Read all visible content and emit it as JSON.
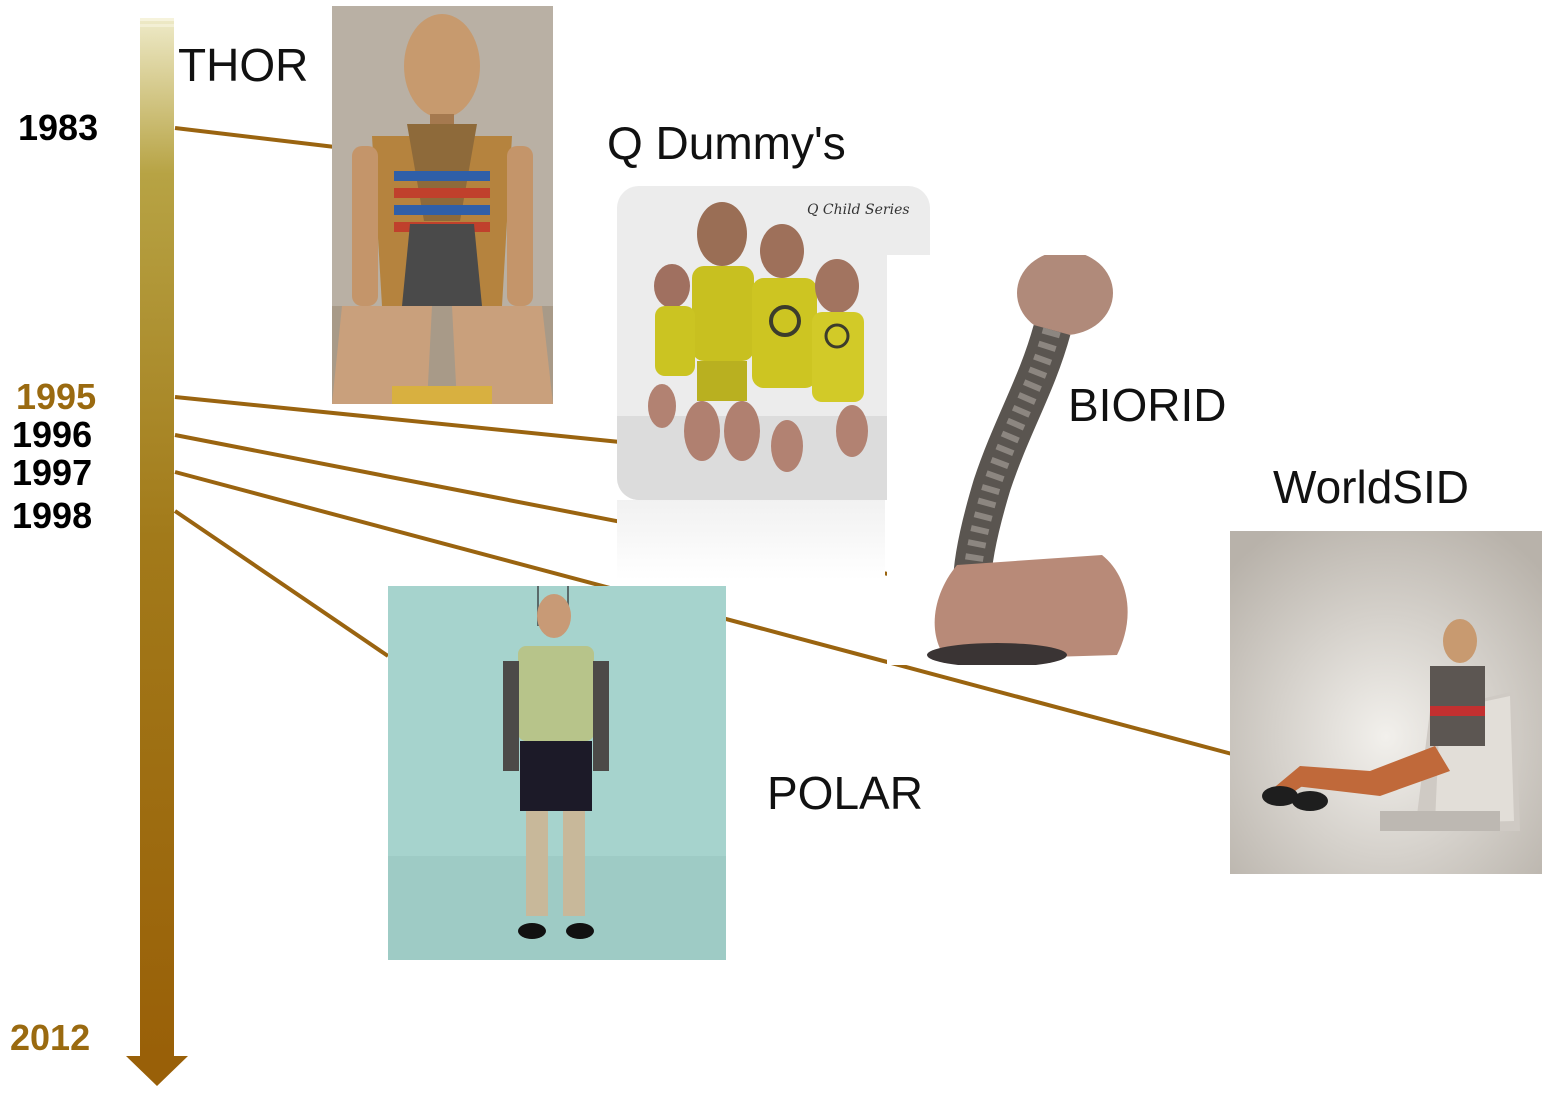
{
  "timeline": {
    "years": [
      {
        "label": "1983",
        "accent": false
      },
      {
        "label": "1995",
        "accent": true
      },
      {
        "label": "1996",
        "accent": false
      },
      {
        "label": "1997",
        "accent": false
      },
      {
        "label": "1998",
        "accent": false
      },
      {
        "label": "2012",
        "accent": true
      }
    ],
    "colors": {
      "arrow_top": "#ece6c2",
      "arrow_bottom": "#9a6008",
      "connector": "#9a6410",
      "accent_text": "#9a6a10"
    }
  },
  "dummies": {
    "thor": {
      "label": "THOR",
      "icon": "seated-crash-dummy-photo"
    },
    "q_dummies": {
      "label": "Q Dummy's",
      "caption": "Q Child Series",
      "icon": "child-dummies-photo"
    },
    "biorid": {
      "label": "BIORID",
      "icon": "spine-dummy-photo"
    },
    "worldsid": {
      "label": "WorldSID",
      "icon": "seated-side-impact-dummy-photo"
    },
    "polar": {
      "label": "POLAR",
      "icon": "standing-pedestrian-dummy-photo"
    }
  }
}
